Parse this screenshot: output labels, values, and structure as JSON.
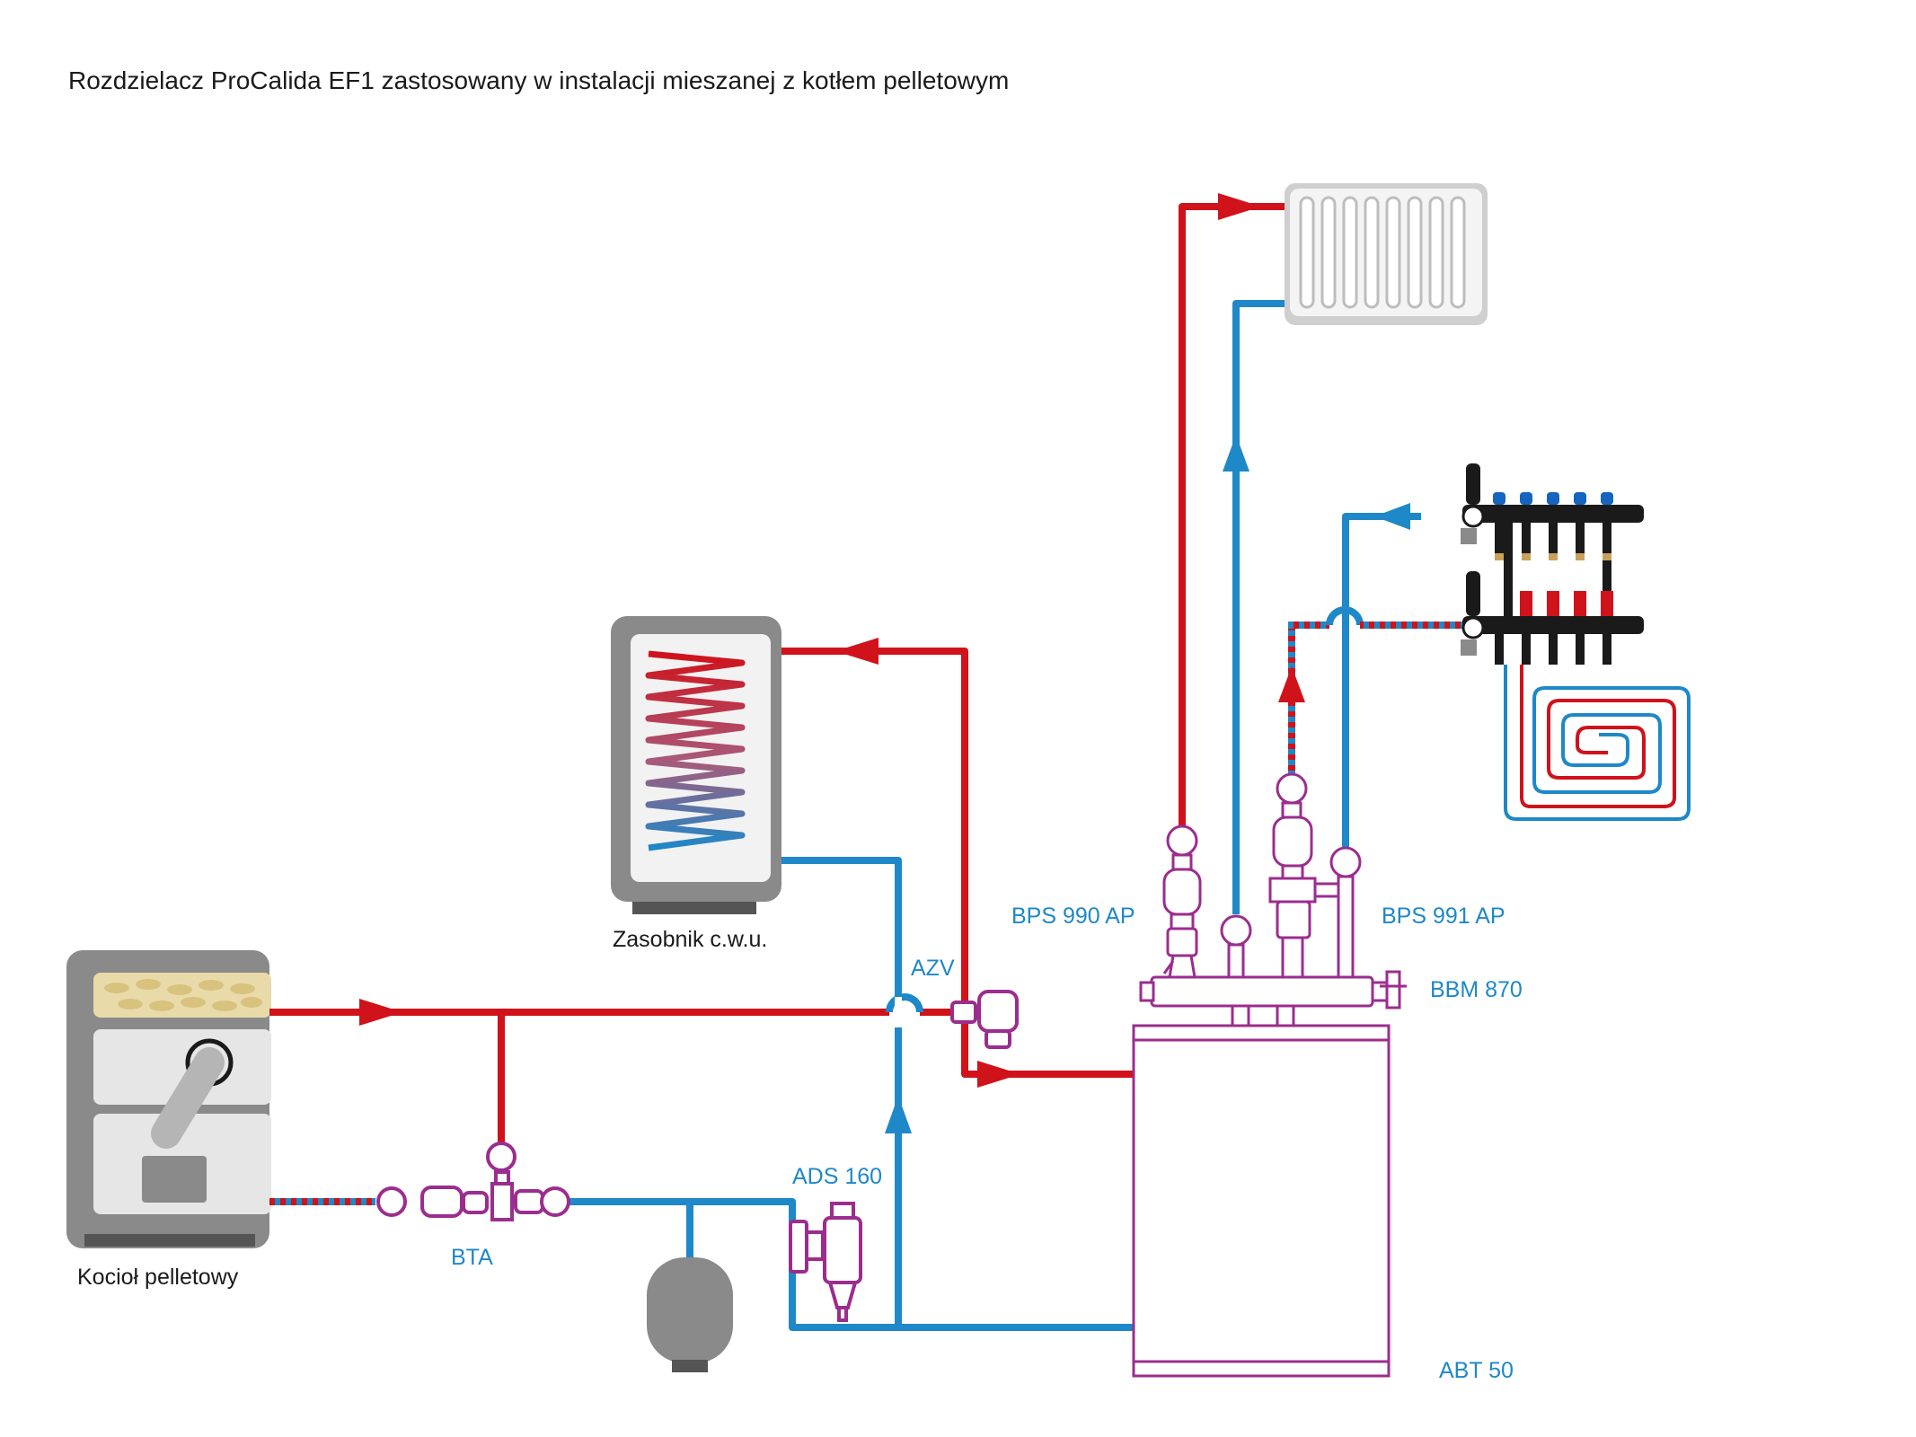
{
  "title": "Rozdzielacz ProCalida EF1 zastosowany w instalacji mieszanej z kotłem pelletowym",
  "labels": {
    "boiler": "Kocioł pelletowy",
    "dhw_tank": "Zasobnik c.w.u.",
    "bta": "BTA",
    "azv": "AZV",
    "ads": "ADS 160",
    "bps990": "BPS 990 AP",
    "bps991": "BPS 991 AP",
    "bbm": "BBM 870",
    "abt": "ABT 50"
  },
  "colors": {
    "supply": "#d0121b",
    "return": "#1e88c8",
    "component": "#9b2d8e",
    "housing": "#8a8a8a"
  }
}
